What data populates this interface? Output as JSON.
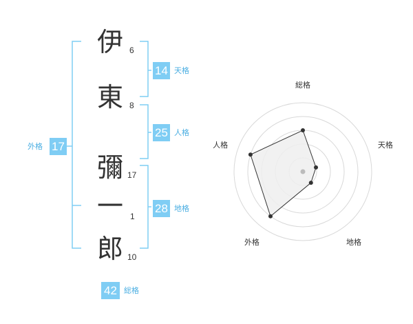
{
  "name": {
    "chars": [
      "伊",
      "東",
      "彌",
      "一",
      "郎"
    ],
    "strokes": [
      "6",
      "8",
      "17",
      "1",
      "10"
    ]
  },
  "kaku": {
    "tenkaku": {
      "value": "14",
      "label": "天格"
    },
    "jinkaku": {
      "value": "25",
      "label": "人格"
    },
    "chikaku": {
      "value": "28",
      "label": "地格"
    },
    "gaikaku": {
      "value": "17",
      "label": "外格"
    },
    "soukaku": {
      "value": "42",
      "label": "総格"
    }
  },
  "radar": {
    "axes": [
      "総格",
      "天格",
      "地格",
      "外格",
      "人格"
    ],
    "levels": 5,
    "values": [
      3,
      1,
      1,
      4,
      4
    ],
    "colors": {
      "fill": "#eeeeee",
      "line": "#333333",
      "grid": "#d8d8d8",
      "point": "#333333"
    }
  },
  "colors": {
    "accent": "#7fcdf4",
    "bracket": "#7fcdf4",
    "label": "#4aaee2"
  }
}
